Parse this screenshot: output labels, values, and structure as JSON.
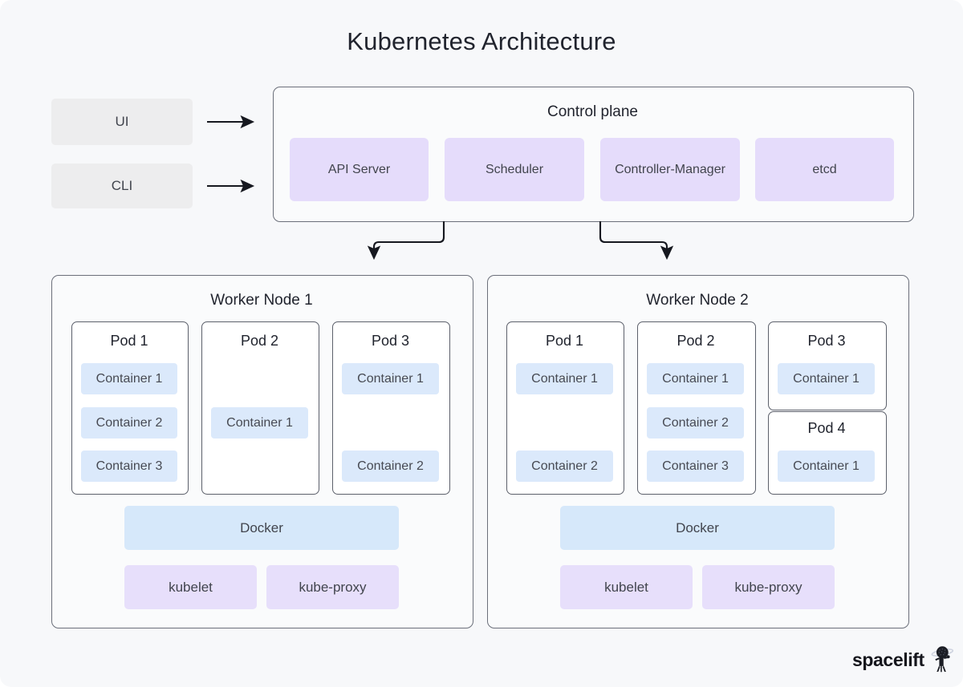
{
  "title": "Kubernetes Architecture",
  "clients": [
    {
      "label": "UI"
    },
    {
      "label": "CLI"
    }
  ],
  "control_plane": {
    "title": "Control plane",
    "components": [
      {
        "label": "API Server"
      },
      {
        "label": "Scheduler"
      },
      {
        "label": "Controller-Manager"
      },
      {
        "label": "etcd"
      }
    ]
  },
  "worker_nodes": [
    {
      "title": "Worker Node 1",
      "pods": [
        {
          "label": "Pod 1",
          "containers": [
            "Container 1",
            "Container 2",
            "Container 3"
          ]
        },
        {
          "label": "Pod 2",
          "containers": [
            "Container 1"
          ]
        },
        {
          "label": "Pod 3",
          "containers": [
            "Container 1",
            "Container 2"
          ]
        }
      ],
      "runtime": {
        "label": "Docker"
      },
      "agents": [
        {
          "label": "kubelet"
        },
        {
          "label": "kube-proxy"
        }
      ]
    },
    {
      "title": "Worker Node 2",
      "pods": [
        {
          "label": "Pod 1",
          "containers": [
            "Container 1",
            "Container 2"
          ]
        },
        {
          "label": "Pod 2",
          "containers": [
            "Container 1",
            "Container 2",
            "Container 3"
          ]
        },
        {
          "label": "Pod 3",
          "containers": [
            "Container 1"
          ]
        },
        {
          "label": "Pod 4",
          "containers": [
            "Container 1"
          ]
        }
      ],
      "runtime": {
        "label": "Docker"
      },
      "agents": [
        {
          "label": "kubelet"
        },
        {
          "label": "kube-proxy"
        }
      ]
    }
  ],
  "logo": {
    "text": "spacelift",
    "mark": "astronaut-planet-icon"
  },
  "colors": {
    "background": "#f7f8fa",
    "client_fill": "#ededee",
    "control_plane_item_fill": "#e5dcfb",
    "container_fill": "#dbe9fb",
    "runtime_fill": "#d6e8fa",
    "agent_fill": "#e7dffb",
    "frame_fill": "#fafbfc",
    "frame_border": "#6b6f7a",
    "text_dark": "#21242e",
    "text_body": "#41444d",
    "arrow": "#16181f"
  }
}
